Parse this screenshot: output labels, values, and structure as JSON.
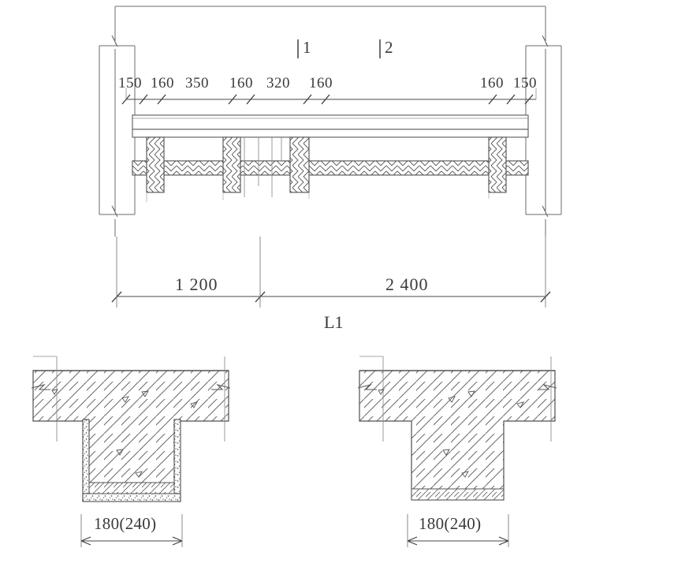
{
  "drawing": {
    "title_tag": "L1",
    "section_markers": [
      {
        "id": "1",
        "label": "1"
      },
      {
        "id": "2",
        "label": "2"
      }
    ],
    "top_dimension_chain": {
      "labels": [
        "150",
        "160",
        "350",
        "160",
        "320",
        "160",
        "160",
        "150"
      ],
      "left_group": [
        "150",
        "160",
        "350",
        "160",
        "320",
        "160"
      ],
      "right_group": [
        "160",
        "150"
      ]
    },
    "bottom_dimension_chain": {
      "labels": [
        "1 200",
        "2 400"
      ],
      "left_span": "1 200",
      "right_span": "2 400"
    },
    "details": [
      {
        "name": "detail-1",
        "dimension": "180(240)"
      },
      {
        "name": "detail-2",
        "dimension": "180(240)"
      }
    ],
    "colors": {
      "line": "#4a4a4a",
      "line_light": "#7a7a7a",
      "hatch": "#555555",
      "text": "#3a3a3a",
      "background": "#ffffff"
    }
  }
}
